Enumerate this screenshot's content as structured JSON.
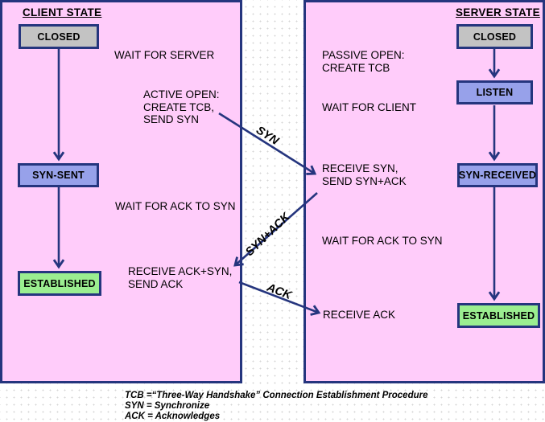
{
  "client": {
    "title": "CLIENT STATE",
    "state_closed": "CLOSED",
    "state_syn_sent": "SYN-SENT",
    "state_established": "ESTABLISHED",
    "note_wait_server": "WAIT FOR SERVER",
    "note_active_open": "ACTIVE OPEN:\nCREATE TCB,\nSEND SYN",
    "note_wait_ack": "WAIT FOR ACK TO SYN",
    "note_receive_ack_syn": "RECEIVE ACK+SYN,\nSEND ACK"
  },
  "server": {
    "title": "SERVER STATE",
    "state_closed": "CLOSED",
    "state_listen": "LISTEN",
    "state_syn_received": "SYN-RECEIVED",
    "state_established": "ESTABLISHED",
    "note_passive_open": "PASSIVE OPEN:\nCREATE TCB",
    "note_wait_client": "WAIT FOR CLIENT",
    "note_receive_syn": "RECEIVE SYN,\nSEND SYN+ACK",
    "note_wait_ack": "WAIT FOR ACK TO SYN",
    "note_receive_ack": "RECEIVE ACK"
  },
  "messages": {
    "syn": "SYN",
    "syn_ack": "SYN+ACK",
    "ack": "ACK"
  },
  "legend": {
    "line1": "TCB =“Three-Way Handshake” Connection Establishment Procedure",
    "line2": "SYN = Synchronize",
    "line3": "ACK = Acknowledges"
  },
  "colors": {
    "panel_fill": "#ffccfa",
    "line_navy": "#25357e",
    "state_closed_fill": "#c3c3c3",
    "state_transition_fill": "#97a1ea",
    "state_established_fill": "#9bee90",
    "dot_grid": "#d6d6d6"
  }
}
